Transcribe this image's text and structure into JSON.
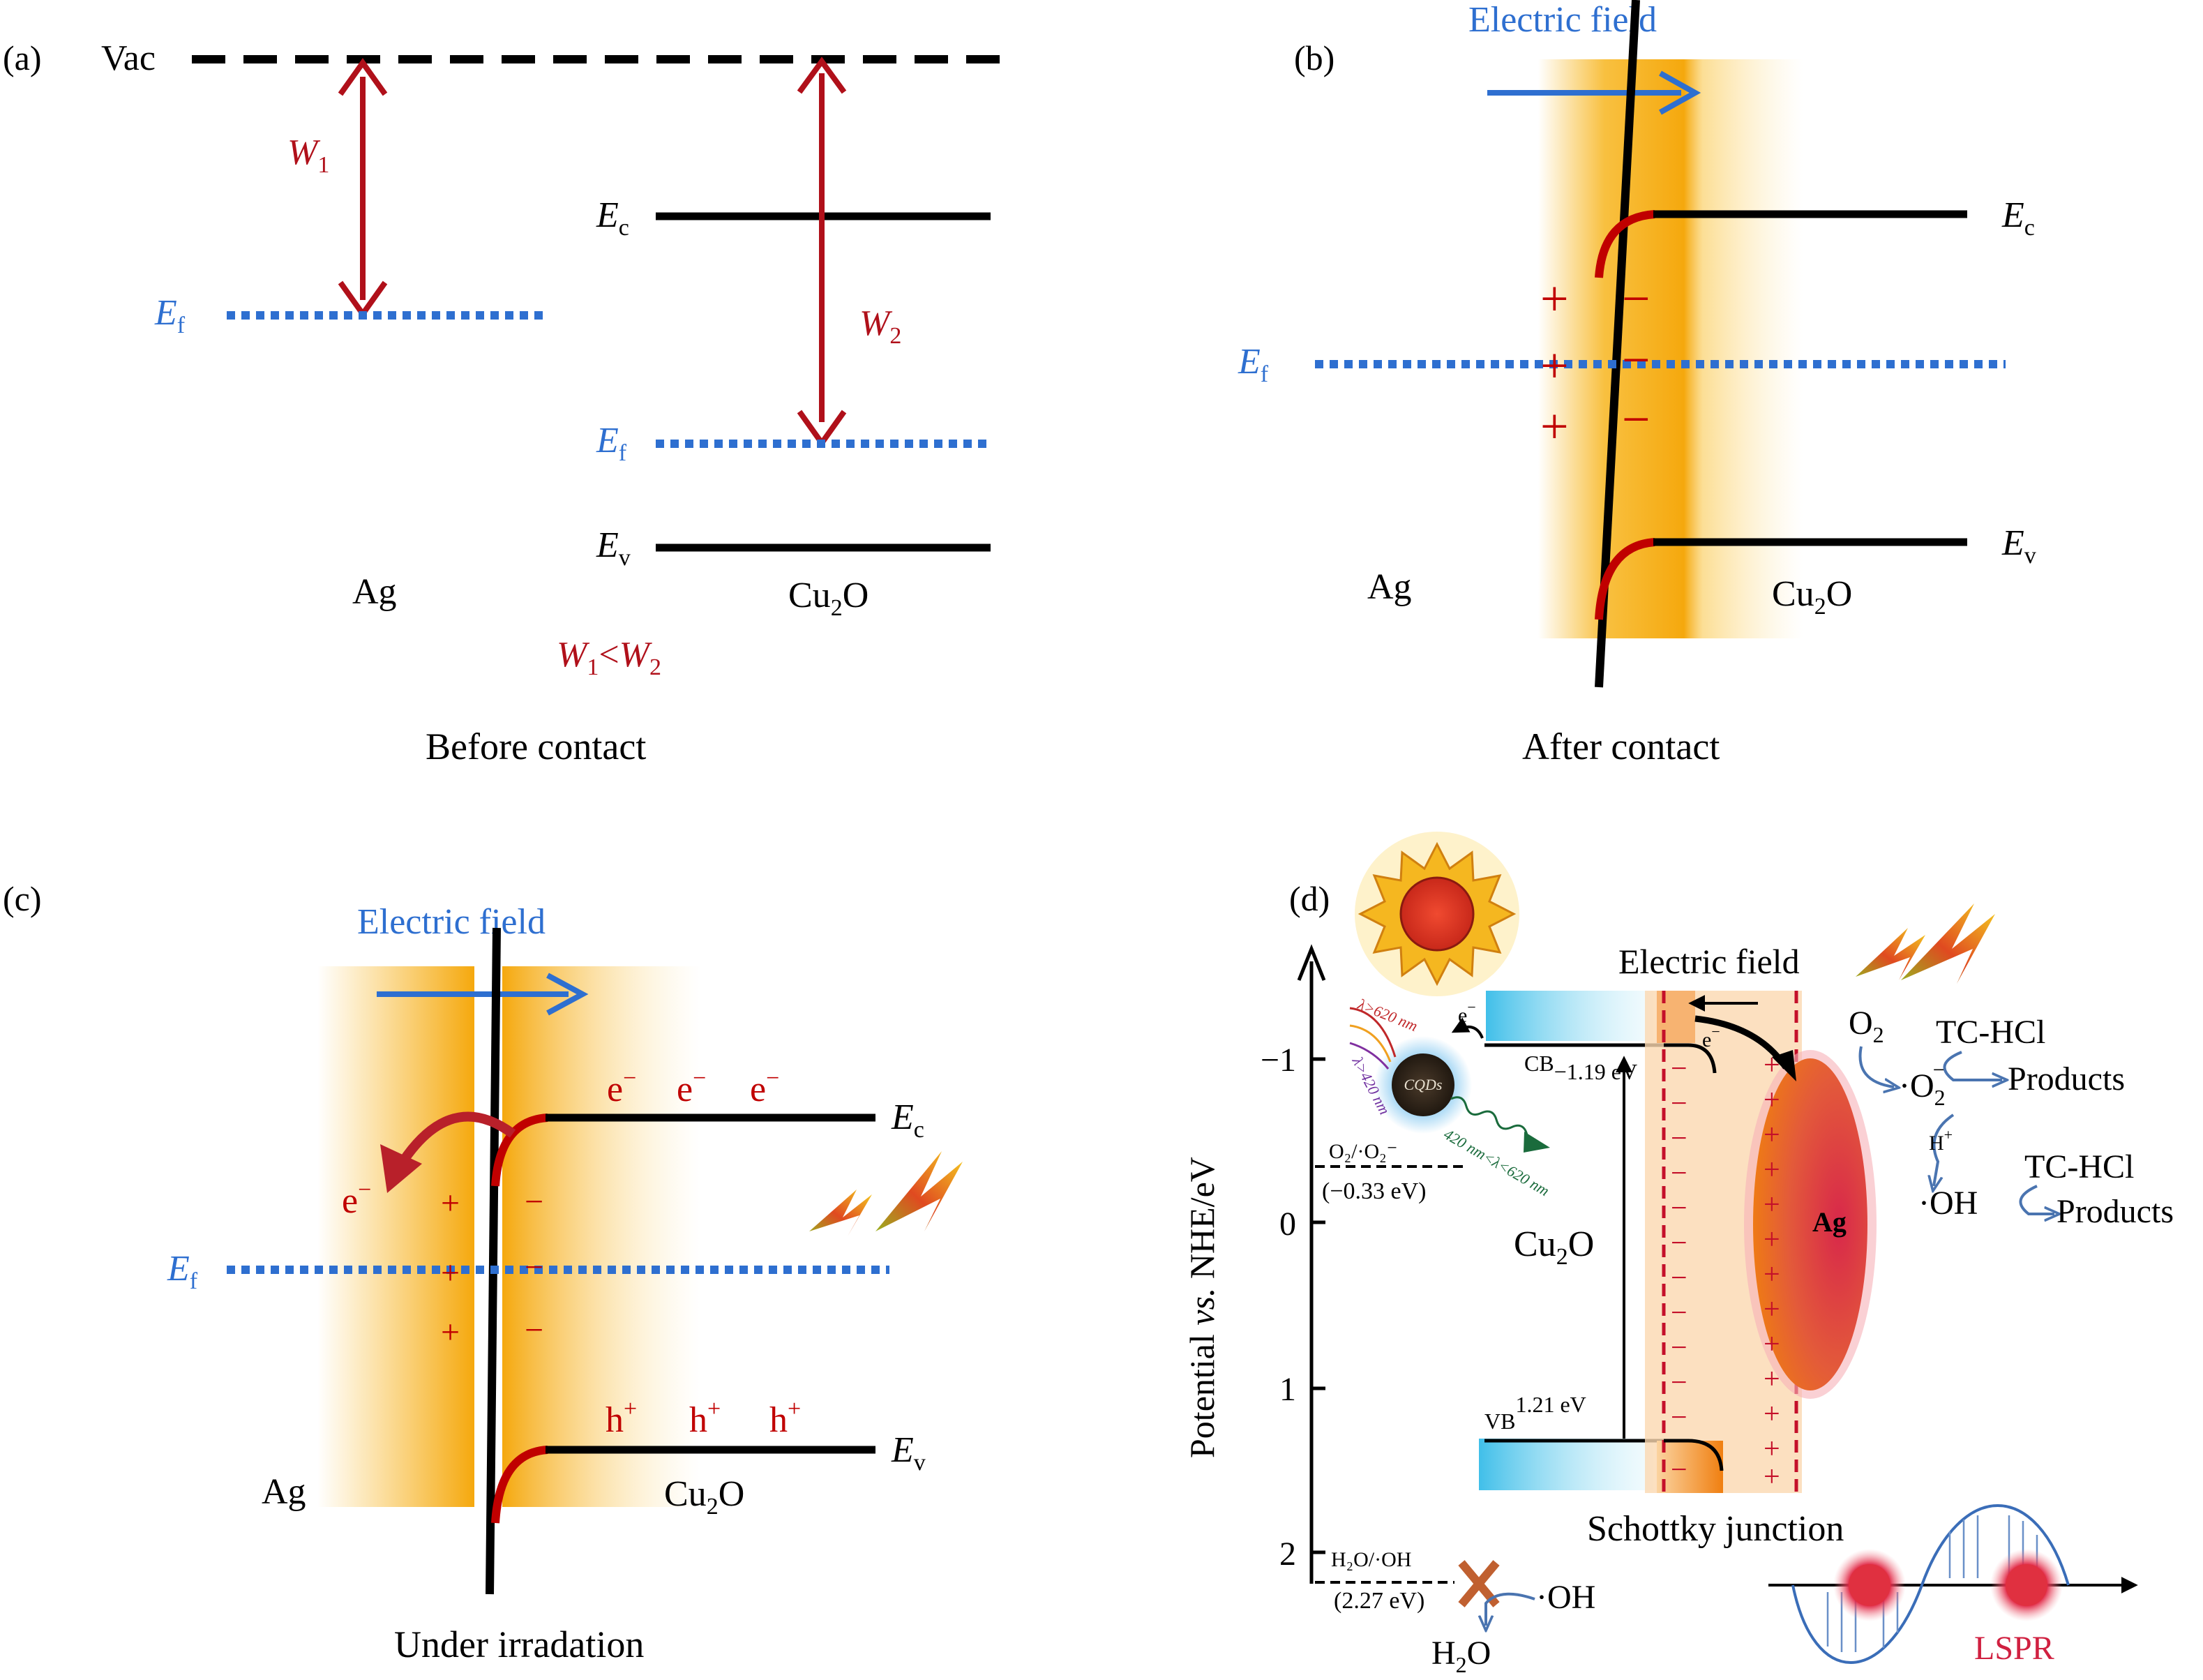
{
  "panels": {
    "a": {
      "label": "(a)",
      "vac": "Vac",
      "w1": "W",
      "w1_sub": "1",
      "w2": "W",
      "w2_sub": "2",
      "ec": "E",
      "ec_sub": "c",
      "ev": "E",
      "ev_sub": "v",
      "ef": "E",
      "ef_sub": "f",
      "metal": "Ag",
      "semi_main": "Cu",
      "semi_sub": "2",
      "semi_tail": "O",
      "relation_w1": "W",
      "relation_s1": "1",
      "relation_lt": "<",
      "relation_w2": "W",
      "relation_s2": "2",
      "caption": "Before contact"
    },
    "b": {
      "label": "(b)",
      "field": "Electric field",
      "ec": "E",
      "ec_sub": "c",
      "ev": "E",
      "ev_sub": "v",
      "ef": "E",
      "ef_sub": "f",
      "plus": "+",
      "minus": "−",
      "metal": "Ag",
      "semi_main": "Cu",
      "semi_sub": "2",
      "semi_tail": "O",
      "caption": "After contact"
    },
    "c": {
      "label": "(c)",
      "field": "Electric field",
      "electron": "e",
      "electron_sup": "−",
      "hole": "h",
      "hole_sup": "+",
      "ec": "E",
      "ec_sub": "c",
      "ev": "E",
      "ev_sub": "v",
      "ef": "E",
      "ef_sub": "f",
      "plus": "+",
      "minus": "−",
      "metal": "Ag",
      "semi_main": "Cu",
      "semi_sub": "2",
      "semi_tail": "O",
      "caption": "Under irradation"
    },
    "d": {
      "label": "(d)",
      "ylabel_pre": "Potential ",
      "ylabel_vs": "vs.",
      "ylabel_post": " NHE/eV",
      "ticks": [
        "−1",
        "0",
        "1",
        "2"
      ],
      "field": "Electric field",
      "cqds": "CQDs",
      "lambda_red": "λ>620 nm",
      "lambda_violet": "λ>420 nm",
      "lambda_green": "420 nm<λ<620 nm",
      "electron": "e",
      "electron_sup": "−",
      "cb": "CB",
      "cb_val": "−1.19 eV",
      "vb": "VB",
      "vb_val": "1.21 eV",
      "o2_couple": "O₂/·O₂⁻",
      "o2_couple_val": "(−0.33 eV)",
      "h2o_couple": "H₂O/·OH",
      "h2o_couple_val": "(2.27 eV)",
      "semi_main": "Cu",
      "semi_sub": "2",
      "semi_tail": "O",
      "metal": "Ag",
      "o2": "O",
      "o2_sub": "2",
      "superoxide": "·O",
      "superoxide_sub": "2",
      "superoxide_sup": "−",
      "hplus": "H",
      "hplus_sup": "+",
      "oh": "·OH",
      "h2o": "H",
      "h2o_sub": "2",
      "h2o_tail": "O",
      "pollutant": "TC-HCl",
      "products": "Products",
      "junction": "Schottky junction",
      "lspr": "LSPR"
    }
  },
  "colors": {
    "black": "#000000",
    "blue": "#2e6fd0",
    "red": "#c00000",
    "darkred": "#b0101a",
    "orange": "#f7b51e",
    "cyan": "#57c8ec",
    "green": "#1a6b3c"
  }
}
